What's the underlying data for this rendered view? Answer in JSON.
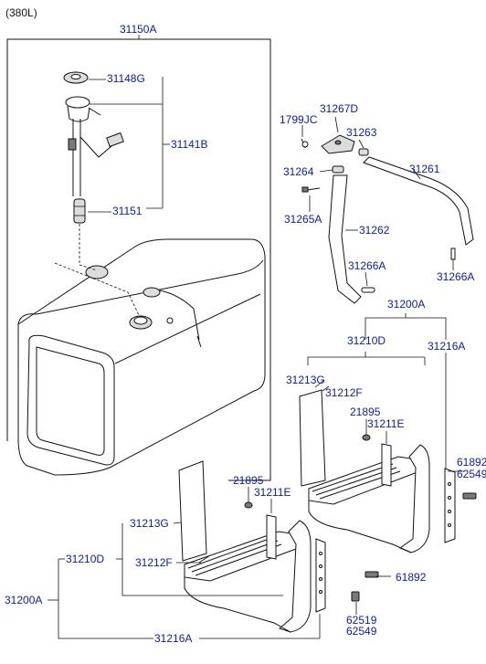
{
  "diagram": {
    "variant_label": "(380L)",
    "labels": {
      "tank_assy": "31150A",
      "cap_ring": "31148G",
      "sender_unit": "31141B",
      "filter": "31151",
      "bolt_1799": "1799JC",
      "bracket_31267": "31267D",
      "pin_31263": "31263",
      "band_31261": "31261",
      "pin_31264": "31264",
      "bolt_31265": "31265A",
      "band_31262": "31262",
      "pin_31266_left": "31266A",
      "pin_31266_right": "31266A",
      "step_assy_upper": "31200A",
      "step_upper": "31210D",
      "bracket_upper": "31216A",
      "pad_upper": "31213G",
      "tread_upper": "31212F",
      "nut_upper": "21895",
      "plate_upper": "31211E",
      "bolt_right_top": "61892",
      "washer_right_top": "62549",
      "nut_lower": "21895",
      "plate_lower": "31211E",
      "pad_lower": "31213G",
      "step_lower": "31210D",
      "tread_lower": "31212F",
      "bolt_lower": "61892",
      "step_assy_lower": "31200A",
      "bolt_62519": "62519",
      "washer_62549": "62549",
      "bracket_lower": "31216A"
    }
  }
}
